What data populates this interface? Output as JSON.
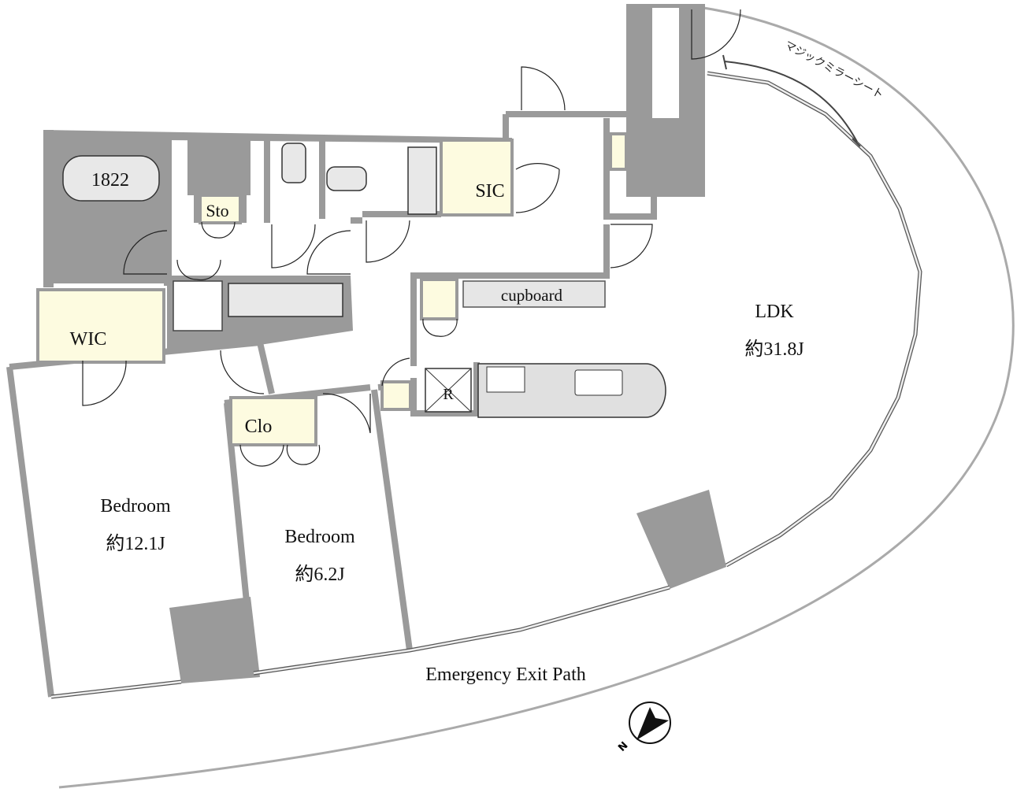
{
  "plan": {
    "rooms": {
      "bath_size": "1822",
      "storage": "Sto",
      "shoe_closet": "SIC",
      "walk_in_closet": "WIC",
      "cupboard": "cupboard",
      "ldk_name": "LDK",
      "ldk_size": "約31.8J",
      "closet": "Clo",
      "bedroom1_name": "Bedroom",
      "bedroom1_size": "約12.1J",
      "bedroom2_name": "Bedroom",
      "bedroom2_size": "約6.2J",
      "refrigerator": "R"
    },
    "annotations": {
      "exit_path": "Emergency Exit Path",
      "magic_mirror_sheet": "マジックミラーシート",
      "north": "N"
    },
    "colors": {
      "wall": "#9a9a9a",
      "closet": "#fdfbe0"
    }
  }
}
